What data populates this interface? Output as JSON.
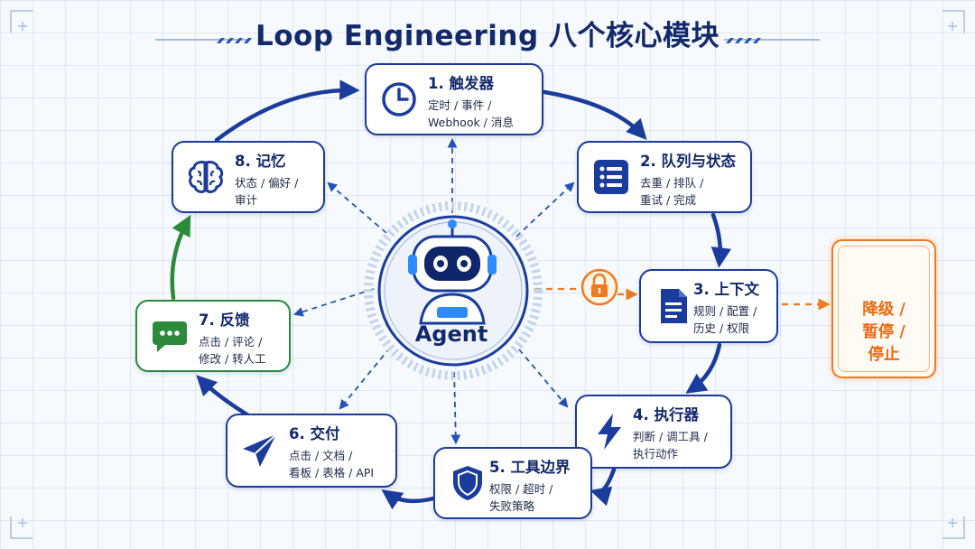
{
  "title": "Loop Engineering 八个核心模块",
  "center": {
    "label": "Agent",
    "icon": "robot-icon"
  },
  "nodes": [
    {
      "id": "trigger",
      "title": "1. 触发器",
      "desc": [
        "定时 / 事件 /",
        "Webhook / 消息"
      ],
      "icon": "clock-icon"
    },
    {
      "id": "queue",
      "title": "2. 队列与状态",
      "desc": [
        "去重 / 排队 /",
        "重试 / 完成"
      ],
      "icon": "list-icon"
    },
    {
      "id": "context",
      "title": "3. 上下文",
      "desc": [
        "规则 / 配置 /",
        "历史 / 权限"
      ],
      "icon": "document-icon"
    },
    {
      "id": "executor",
      "title": "4. 执行器",
      "desc": [
        "判断 / 调工具 /",
        "执行动作"
      ],
      "icon": "lightning-icon"
    },
    {
      "id": "tool-boundary",
      "title": "5. 工具边界",
      "desc": [
        "权限 / 超时 /",
        "失败策略"
      ],
      "icon": "shield-icon"
    },
    {
      "id": "delivery",
      "title": "6. 交付",
      "desc": [
        "点击 / 文档 /",
        "看板 / 表格 / API"
      ],
      "icon": "paper-plane-icon"
    },
    {
      "id": "feedback",
      "title": "7. 反馈",
      "desc": [
        "点击 / 评论 /",
        "修改 / 转人工"
      ],
      "icon": "chat-bubble-icon"
    },
    {
      "id": "memory",
      "title": "8. 记忆",
      "desc": [
        "状态 / 偏好 /",
        "审计"
      ],
      "icon": "brain-icon"
    }
  ],
  "stop": {
    "lines": [
      "降级 /",
      "暂停 /",
      "停止"
    ],
    "icon": "warning-icon"
  },
  "gate_icon": "lock-icon",
  "colors": {
    "primary": "#1a3c9c",
    "accent": "#2e8bff",
    "feedback": "#2b8b3a",
    "warning": "#f07b1f",
    "title": "#14296b"
  }
}
